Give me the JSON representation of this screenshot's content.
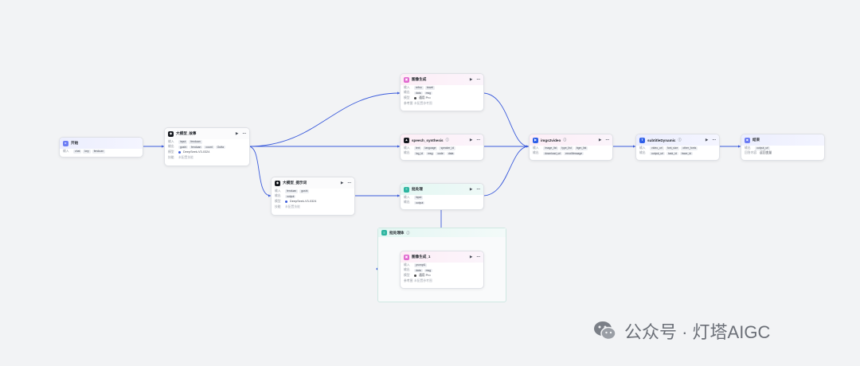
{
  "colors": {
    "edge": "#3b5bdb",
    "background": "#f2f3f5"
  },
  "nodes": {
    "start": {
      "title": "开始",
      "rows": [
        {
          "label": "输入",
          "tags": [
            "chat",
            "key",
            "fenduan"
          ]
        }
      ]
    },
    "llm_story": {
      "title": "大模型_故事",
      "rows": [
        {
          "label": "输入",
          "tags": [
            "input",
            "fenduan"
          ]
        },
        {
          "label": "输出",
          "tags": [
            "gushi",
            "fenduan",
            "count",
            "Outfa"
          ]
        },
        {
          "label": "模型",
          "value": "DeepSeek-V3-0324"
        },
        {
          "label": "技能",
          "value": "未配置技能"
        }
      ]
    },
    "llm_prompt": {
      "title": "大模型_提示词",
      "rows": [
        {
          "label": "输入",
          "tags": [
            "fenduan",
            "gushi"
          ]
        },
        {
          "label": "输出",
          "tags": [
            "output"
          ]
        },
        {
          "label": "模型",
          "value": "DeepSeek-V3-0324"
        },
        {
          "label": "技能",
          "value": "未配置技能"
        }
      ]
    },
    "image_gen": {
      "title": "图像生成",
      "rows": [
        {
          "label": "输入",
          "tags": [
            "refno",
            "travel"
          ]
        },
        {
          "label": "输出",
          "tags": [
            "data",
            "msg"
          ]
        },
        {
          "label": "模型",
          "value": "通用 Pro"
        },
        {
          "label": "参考图",
          "value": "未配置参考图"
        }
      ]
    },
    "speech": {
      "title": "speech_synthesis",
      "rows": [
        {
          "label": "输入",
          "tags": [
            "text",
            "language",
            "speaker_id"
          ]
        },
        {
          "label": "输出",
          "tags": [
            "log_id",
            "msg",
            "code",
            "data"
          ]
        }
      ]
    },
    "batch": {
      "title": "批处理",
      "rows": [
        {
          "label": "输入",
          "tags": [
            "input"
          ]
        },
        {
          "label": "输出",
          "tags": [
            "output"
          ]
        }
      ]
    },
    "img2video": {
      "title": "imgs2video",
      "rows": [
        {
          "label": "输入",
          "tags": [
            "image_list",
            "type_list",
            "bgm_list"
          ]
        },
        {
          "label": "输出",
          "tags": [
            "download_url",
            "errorMessage"
          ]
        }
      ]
    },
    "subtitle": {
      "title": "subtitleDynamic",
      "rows": [
        {
          "label": "输入",
          "tags": [
            "video_url",
            "font_size",
            "other_fonts"
          ]
        },
        {
          "label": "输出",
          "tags": [
            "output_url",
            "task_id",
            "trace_id"
          ]
        }
      ]
    },
    "end": {
      "title": "结束",
      "rows": [
        {
          "label": "输出",
          "tags": [
            "output_url"
          ]
        },
        {
          "label": "回答内容",
          "value": "返回变量"
        }
      ]
    },
    "batch_body": {
      "title": "批处理体"
    },
    "image_gen_1": {
      "title": "图像生成_1",
      "rows": [
        {
          "label": "输入",
          "tags": [
            "prompt1"
          ]
        },
        {
          "label": "输出",
          "tags": [
            "data",
            "msg"
          ]
        },
        {
          "label": "模型",
          "value": "通用 Pro"
        },
        {
          "label": "参考图",
          "value": "未配置参考图"
        }
      ]
    }
  },
  "watermark": {
    "text": "公众号 · 灯塔AIGC"
  }
}
